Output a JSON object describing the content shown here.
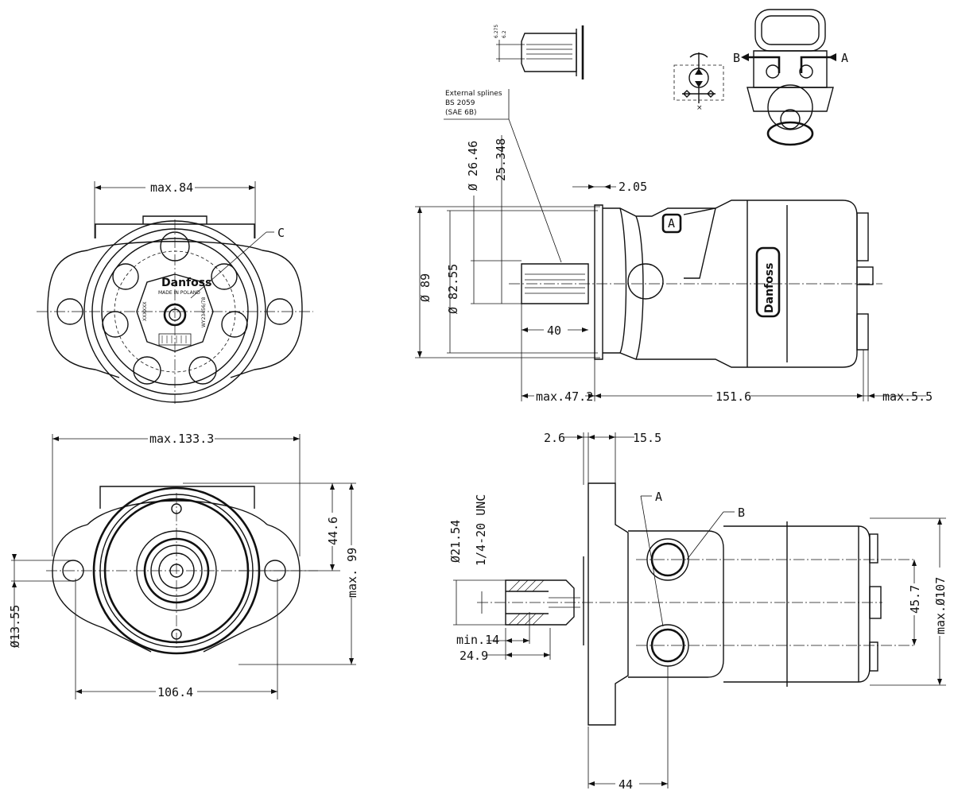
{
  "views": {
    "front_flange": {
      "width_label": "max.84",
      "callout_c": "C",
      "nameplate": {
        "brand": "Danfoss",
        "origin": "MADE IN POLAND",
        "serial": "XXXXXX",
        "code": "WY23456/78"
      }
    },
    "side_view": {
      "spline_note_line1": "External splines",
      "spline_note_line2": "BS 2059",
      "spline_note_line3": "(SAE 6B)",
      "spline_dim_a": "6.275",
      "spline_dim_b": "6.2",
      "dia_26": "Ø 26.46",
      "dim_25": "25.348",
      "dim_205": "2.05",
      "dia_89": "Ø 89",
      "dia_8255": "Ø 82.55",
      "dim_40": "40",
      "dim_472": "max.47.2",
      "dim_1516": "151.6",
      "dim_55": "max.5.5",
      "port_marker": "A",
      "housing_logo": "Danfoss"
    },
    "rear_view": {
      "width_label": "max.133.3",
      "dim_446": "44.6",
      "dim_99": "max. 99",
      "dia_1355": "Ø13.55",
      "dim_1064": "106.4"
    },
    "top_view": {
      "dim_26": "2.6",
      "dim_155": "15.5",
      "port_a": "A",
      "port_b": "B",
      "dia_2154": "Ø21.54",
      "thread": "1/4-20 UNC",
      "dim_min14": "min.14",
      "dim_249": "24.9",
      "dim_457": "45.7",
      "dim_107": "max.Ø107",
      "dim_44": "44"
    },
    "schematic": {
      "label_a": "A",
      "label_b": "B"
    }
  }
}
